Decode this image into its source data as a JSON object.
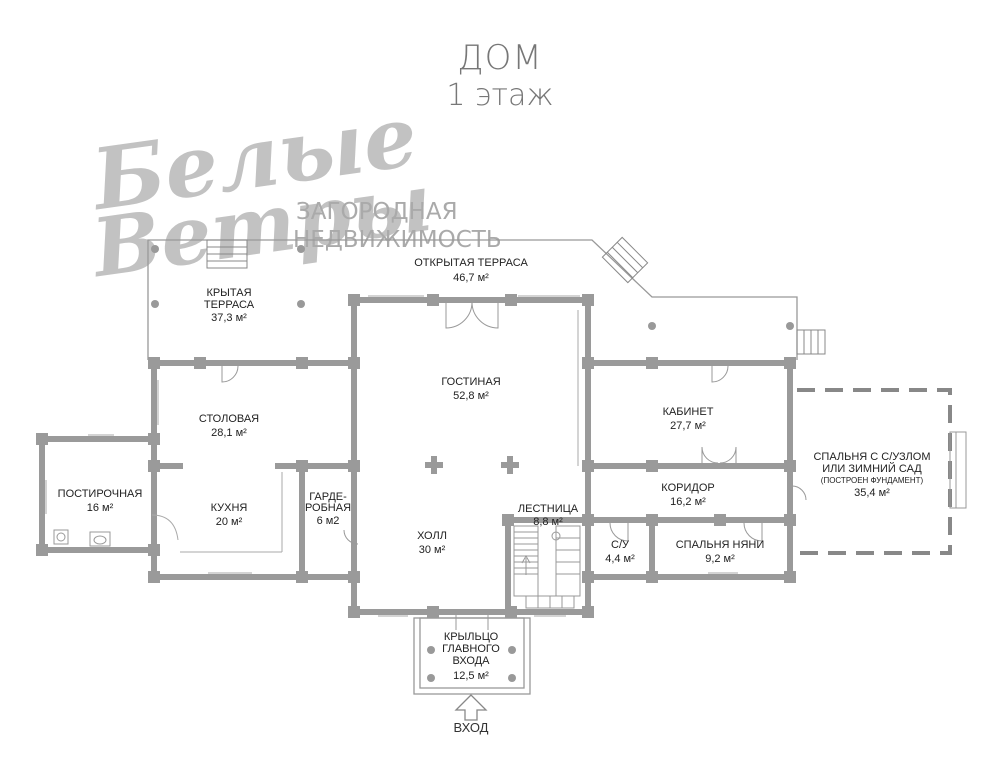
{
  "title": {
    "line1": "ДОМ",
    "line2": "1 этаж"
  },
  "logo": {
    "script_line1": "Белые",
    "script_line2": "Ветры",
    "sub_line1": "ЗАГОРОДНАЯ",
    "sub_line2": "НЕДВИЖИМОСТЬ"
  },
  "rooms": {
    "open_terrace": {
      "name": "ОТКРЫТАЯ ТЕРРАСА",
      "area": "46,7 м²"
    },
    "covered_terrace": {
      "name1": "КРЫТАЯ",
      "name2": "ТЕРРАСА",
      "area": "37,3 м²"
    },
    "living": {
      "name": "ГОСТИНАЯ",
      "area": "52,8 м²"
    },
    "dining": {
      "name": "СТОЛОВАЯ",
      "area": "28,1 м²"
    },
    "laundry": {
      "name": "ПОСТИРОЧНАЯ",
      "area": "16 м²"
    },
    "kitchen": {
      "name": "КУХНЯ",
      "area": "20 м²"
    },
    "wardrobe": {
      "name1": "ГАРДЕ-",
      "name2": "РОБНАЯ",
      "area": "6 м2"
    },
    "hall": {
      "name": "ХОЛЛ",
      "area": "30 м²"
    },
    "stairs": {
      "name": "ЛЕСТНИЦА",
      "area": "8,8 м²"
    },
    "cabinet": {
      "name": "КАБИНЕТ",
      "area": "27,7 м²"
    },
    "corridor": {
      "name": "КОРИДОР",
      "area": "16,2 м²"
    },
    "bathroom": {
      "name": "С/У",
      "area": "4,4 м²"
    },
    "nanny": {
      "name": "СПАЛЬНЯ НЯНИ",
      "area": "9,2 м²"
    },
    "bedroom": {
      "name1": "СПАЛЬНЯ С С/УЗЛОМ",
      "name2": "ИЛИ ЗИМНИЙ САД",
      "note": "(ПОСТРОЕН ФУНДАМЕНТ)",
      "area": "35,4 м²"
    },
    "porch": {
      "name1": "КРЫЛЬЦО",
      "name2": "ГЛАВНОГО",
      "name3": "ВХОДА",
      "area": "12,5 м²"
    }
  },
  "entrance": "ВХОД"
}
